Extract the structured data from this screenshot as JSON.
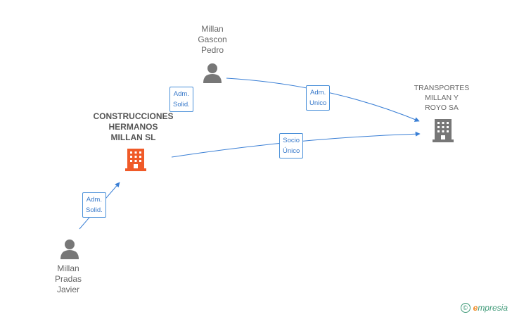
{
  "nodes": {
    "gascon": {
      "label": "Millan\nGascon\nPedro",
      "icon": "person-icon"
    },
    "pradas": {
      "label": "Millan\nPradas\nJavier",
      "icon": "person-icon"
    },
    "construcciones": {
      "label": "CONSTRUCCIONES\nHERMANOS\nMILLAN SL",
      "icon": "building-icon",
      "color": "#f05a28"
    },
    "transportes": {
      "label": "TRANSPORTES\nMILLAN Y\nROYO SA",
      "icon": "building-icon",
      "color": "#777777"
    }
  },
  "edges": {
    "gascon_construcciones": {
      "label": "Adm.\nSolid."
    },
    "gascon_transportes": {
      "label": "Adm.\nUnico"
    },
    "construcciones_transportes": {
      "label": "Socio\nÚnico"
    },
    "pradas_construcciones": {
      "label": "Adm.\nSolid."
    }
  },
  "colors": {
    "edge": "#3a7fd5",
    "person": "#777777"
  },
  "branding": {
    "copyright_symbol": "©",
    "name_initial": "e",
    "name_rest": "mpresia"
  }
}
